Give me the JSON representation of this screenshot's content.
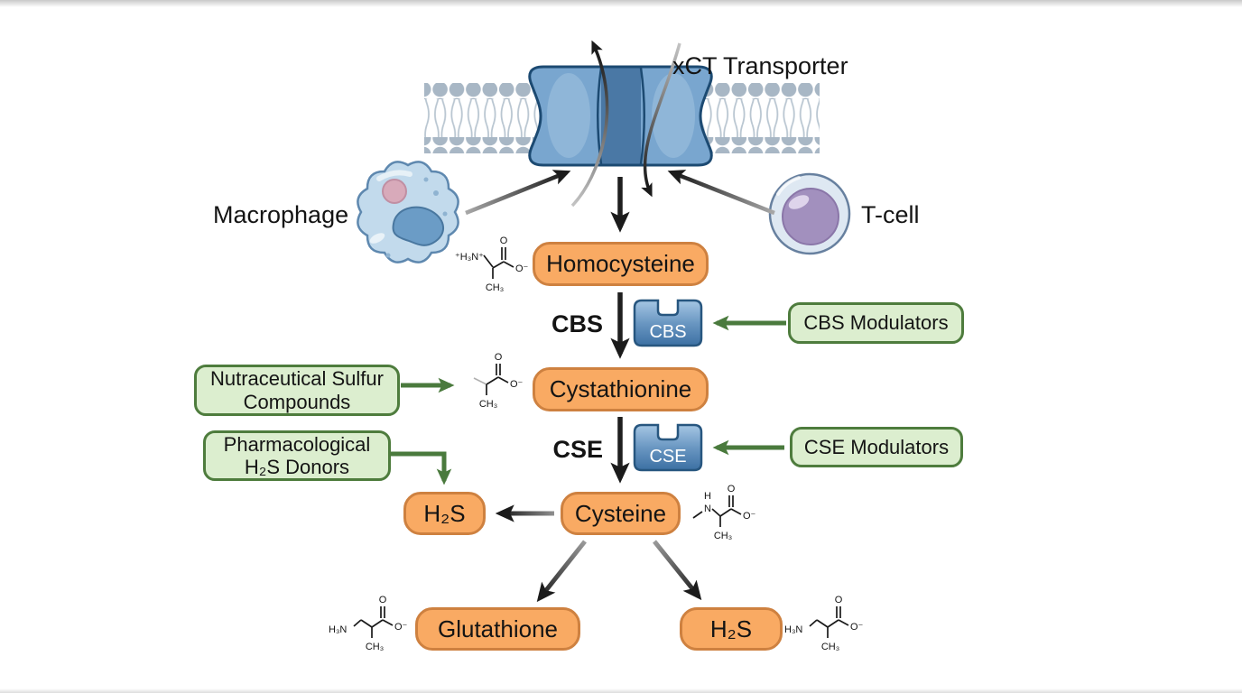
{
  "labels": {
    "xct_transporter": "xCT Transporter",
    "macrophage": "Macrophage",
    "tcell": "T-cell",
    "cbs_enzyme_label": "CBS",
    "cse_enzyme_label": "CSE",
    "cbs_badge": "CBS",
    "cse_badge": "CSE"
  },
  "metabolites": {
    "homocysteine": "Homocysteine",
    "cystathionine": "Cystathionine",
    "cysteine": "Cysteine",
    "h2s_side": "H₂S",
    "glutathione": "Glutathione",
    "h2s_product": "H₂S"
  },
  "modulators": {
    "cbs": "CBS Modulators",
    "cse": "CSE Modulators",
    "nutraceutical": {
      "line1": "Nutraceutical Sulfur",
      "line2": "Compounds"
    },
    "pharmacological": {
      "line1": "Pharmacological",
      "line2": "H₂S Donors"
    }
  },
  "chem_labels": {
    "ammonium": "⁺H₃N⁺",
    "amine": "H₃N",
    "n": "N",
    "h": "H",
    "o": "O",
    "o_minus": "O⁻",
    "methyl": "CH₃"
  },
  "colors": {
    "metabolite_fill": "#F9AA63",
    "metabolite_border": "#CE8140",
    "modulator_fill": "#DCEECF",
    "modulator_border": "#4E7C3D",
    "enzyme_blue": "#4D7CAC",
    "transporter_blue": "#79A6CF",
    "membrane_gray": "#A8B7C5",
    "arrow_black": "#1f1f1f",
    "arrow_green": "#4A7A3D"
  }
}
